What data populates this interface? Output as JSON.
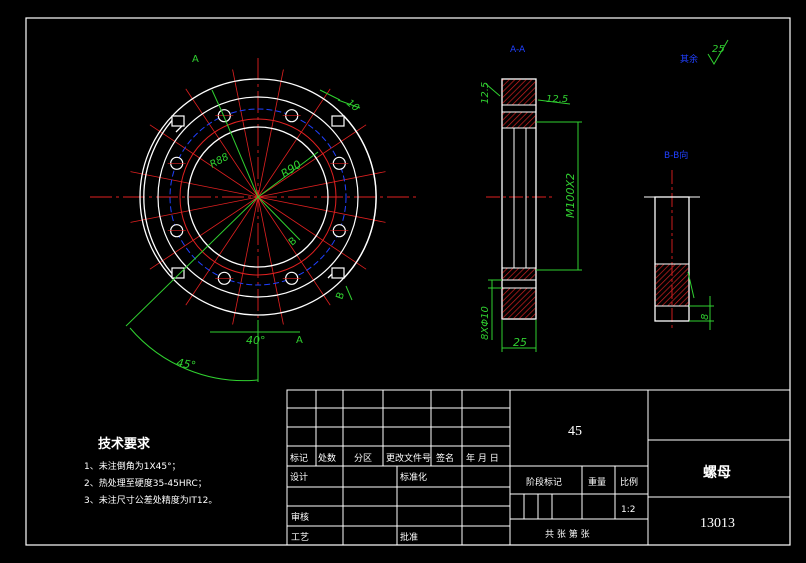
{
  "drawing": {
    "labels": {
      "section_a_top": "A",
      "section_a_bottom": "A",
      "section_b_top": "B",
      "section_b_bottom": "B",
      "view_aa": "A-A",
      "view_bb": "B-B向",
      "surface_rest": "其余",
      "roughness_rest": "25"
    },
    "dimensions": {
      "r88": "R88",
      "r90": "R90",
      "angle_40": "40°",
      "angle_45": "45°",
      "slot_10": "10",
      "rough_12_5_left": "12.5",
      "rough_12_5_right": "12.5",
      "thread": "M100X2",
      "holes": "8XΦ10",
      "width_25": "25",
      "depth_8": "8"
    },
    "tech_requirements": {
      "title": "技术要求",
      "items": [
        "1、未注倒角为1X45°；",
        "2、热处理至硬度35-45HRC；",
        "3、未注尺寸公差处精度为IT12。"
      ]
    },
    "title_block": {
      "material": "45",
      "part_name": "螺母",
      "drawing_no": "13013",
      "scale_value": "1:2",
      "row_labels": [
        "标记",
        "处数",
        "分区",
        "更改文件号",
        "签名",
        "年 月 日"
      ],
      "design": "设计",
      "standardization": "标准化",
      "stage_mark": "阶段标记",
      "weight": "重量",
      "scale": "比例",
      "review": "审核",
      "process": "工艺",
      "approve": "批准",
      "sheets": "共 张  第 张"
    }
  }
}
